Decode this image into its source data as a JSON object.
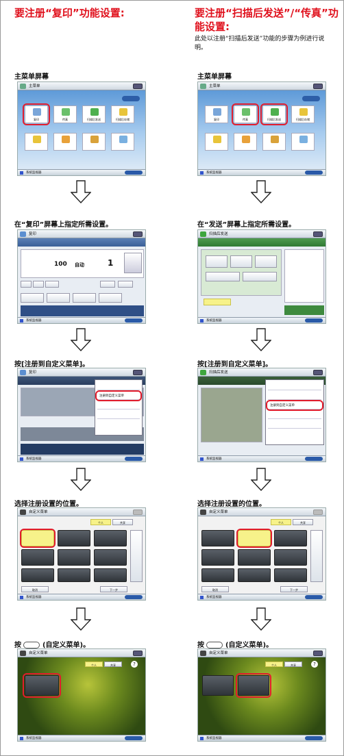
{
  "left": {
    "heading": "要注册“复印”功能设置:",
    "step1": "主菜单屏幕",
    "step2": "在“复印”屏幕上指定所需设置。",
    "step3": "按[注册到自定义菜单]。",
    "step4": "选择注册设置的位置。",
    "step5_pre": "按",
    "step5_post": "(自定义菜单)。"
  },
  "right": {
    "heading": "要注册“扫描后发送”/“传真”功能设置:",
    "desc": "此处以注册“扫描后发送”功能的步骤为例进行说明。",
    "step1": "主菜单屏幕",
    "step2": "在“发送”屏幕上指定所需设置。",
    "step3": "按[注册到自定义菜单]。",
    "step4": "选择注册设置的位置。",
    "step5_pre": "按",
    "step5_post": "(自定义菜单)。"
  },
  "screens": {
    "main_menu_title": "主菜单",
    "copy_title": "复印",
    "send_title": "扫描后发送",
    "custom_menu_title": "自定义菜单",
    "copy_btn": "复印",
    "fax_btn": "传真",
    "scan_send_btn": "扫描后发送",
    "scan_save_btn": "扫描后存储",
    "copy_ratio": "100",
    "copy_mode": "自动",
    "copy_count": "1",
    "register_menu_item": "注册到自定义菜单",
    "personal_tab": "个人",
    "shared_tab": "共享",
    "cancel_btn": "取消",
    "next_btn": "下一步",
    "status_text": "系统监视器"
  },
  "colors": {
    "heading": "#e0111d",
    "highlight": "#e21c2c"
  }
}
